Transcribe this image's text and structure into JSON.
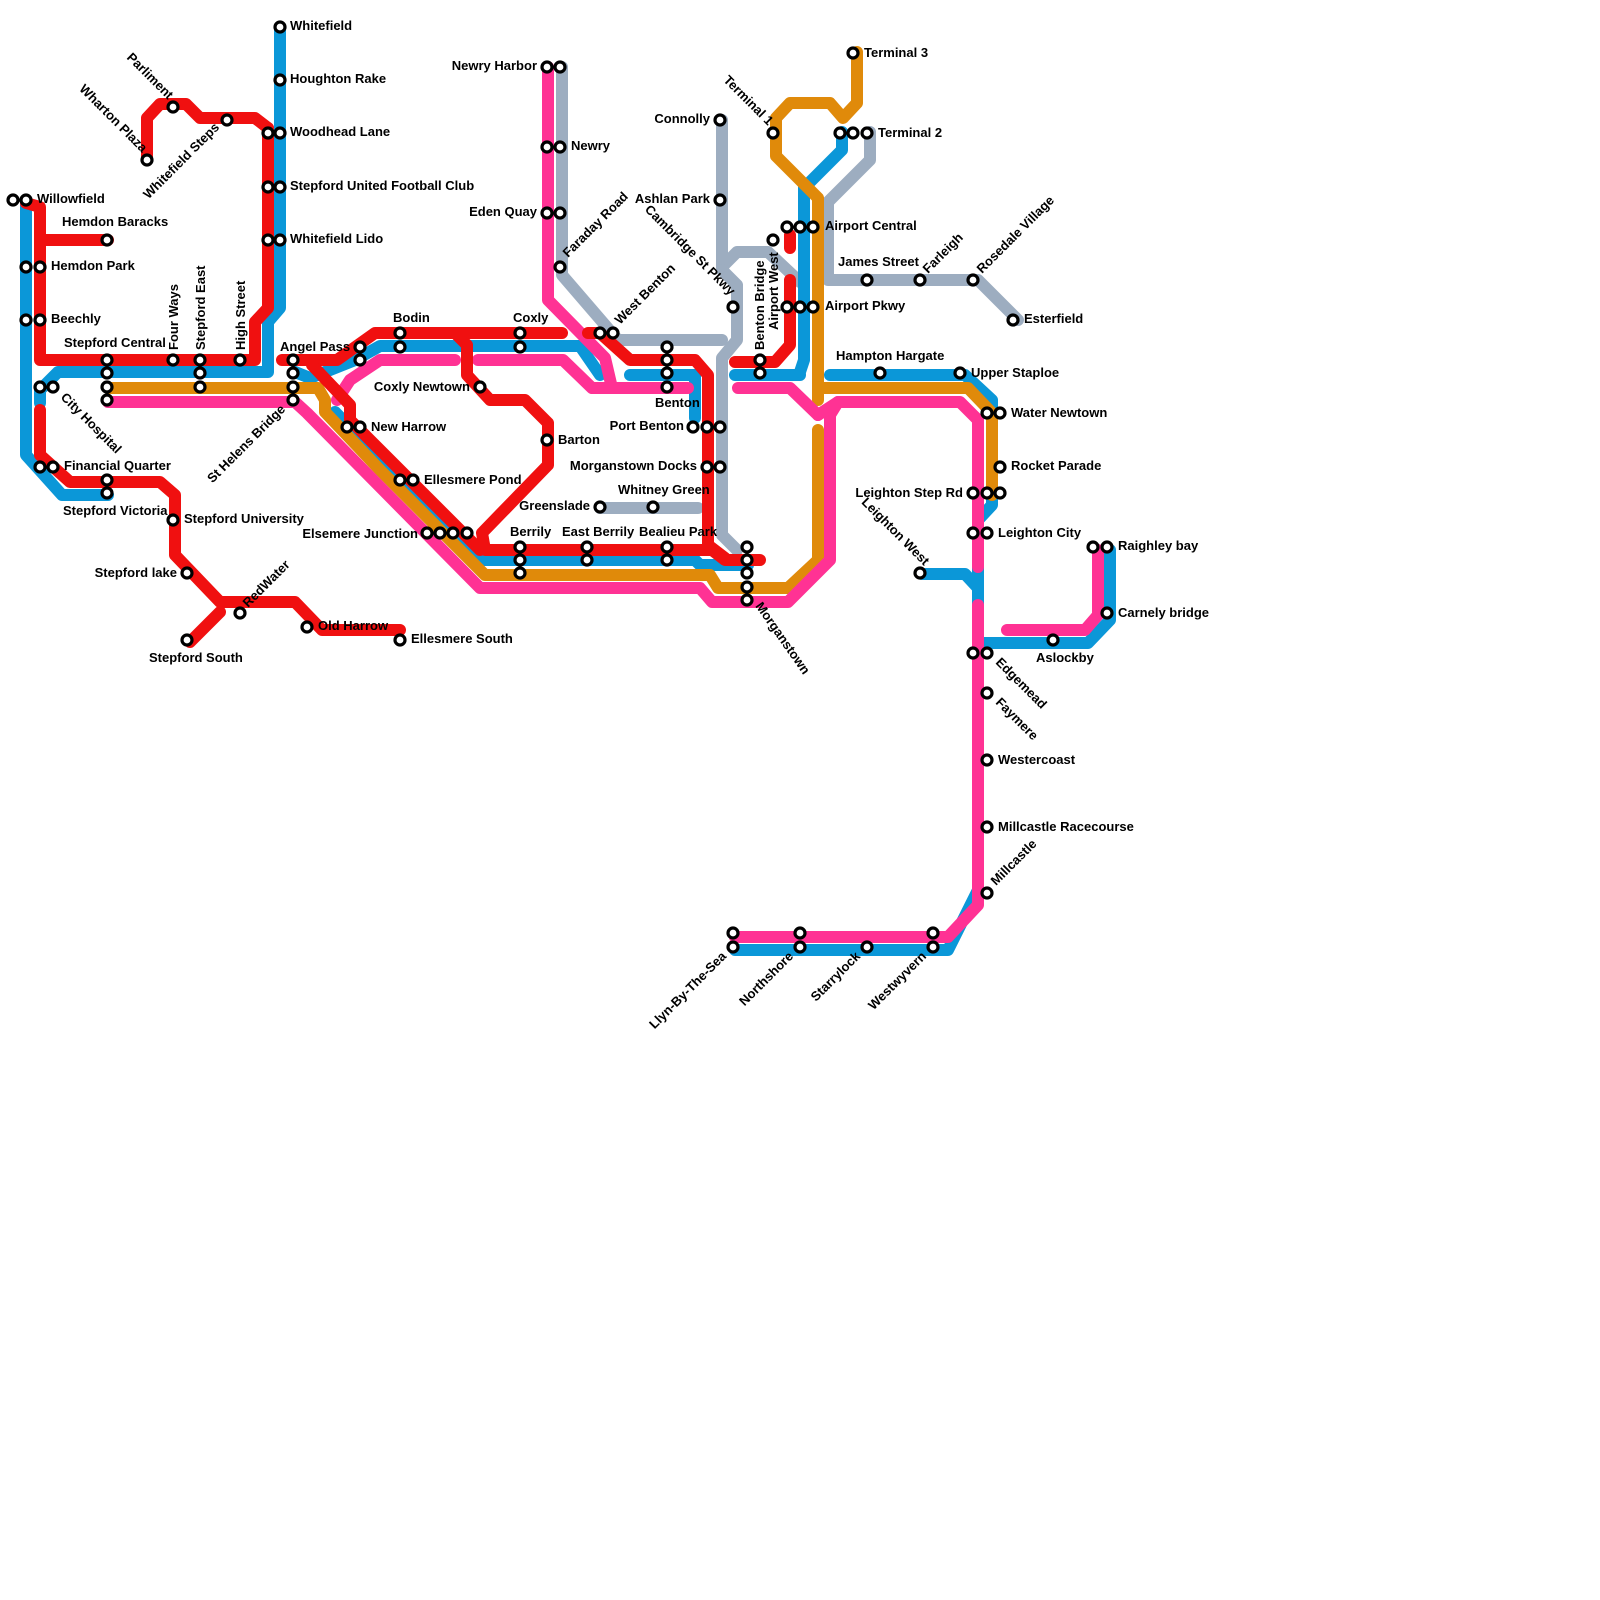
{
  "lines": [
    {
      "name": "",
      "color": "#0b97d8"
    },
    {
      "name": "",
      "color": "#f01010"
    },
    {
      "name": "",
      "color": "#ff3294"
    },
    {
      "name": "",
      "color": "#e08a0a"
    },
    {
      "name": "",
      "color": "#9dadc0"
    }
  ],
  "stations": {
    "whitefield": "Whitefield",
    "houghton_rake": "Houghton Rake",
    "woodhead_lane": "Woodhead Lane",
    "stepford_united": "Stepford United Football Club",
    "whitefield_lido": "Whitefield Lido",
    "parliment": "Parliment",
    "wharton_plaza": "Wharton Plaza",
    "whitefield_steps": "Whitefield Steps",
    "willowfield": "Willowfield",
    "hemdon_baracks": "Hemdon Baracks",
    "hemdon_park": "Hemdon Park",
    "beechly": "Beechly",
    "stepford_central": "Stepford Central",
    "four_ways": "Four Ways",
    "stepford_east": "Stepford East",
    "high_street": "High Street",
    "angel_pass": "Angel Pass",
    "st_helens_bridge": "St Helens Bridge",
    "city_hospital": "City Hospital",
    "financial_quarter": "Financial Quarter",
    "stepford_victoria": "Stepford Victoria",
    "stepford_university": "Stepford University",
    "stepford_lake": "Stepford lake",
    "stepford_south": "Stepford South",
    "redwater": "RedWater",
    "old_harrow": "Old Harrow",
    "ellesmere_south": "Ellesmere South",
    "bodin": "Bodin",
    "coxly": "Coxly",
    "coxly_newtown": "Coxly Newtown",
    "new_harrow": "New Harrow",
    "ellesmere_pond": "Ellesmere Pond",
    "elsemere_junction": "Elsemere Junction",
    "barton": "Barton",
    "berrily": "Berrily",
    "east_berrily": "East Berrily",
    "bealieu_park": "Bealieu Park",
    "newry_harbor": "Newry Harbor",
    "newry": "Newry",
    "eden_quay": "Eden Quay",
    "faraday_road": "Faraday Road",
    "west_benton": "West Benton",
    "cambridge_st_pkwy": "Cambridge St Pkwy",
    "connolly": "Connolly",
    "ashlan_park": "Ashlan Park",
    "benton": "Benton",
    "port_benton": "Port Benton",
    "morganstown_docks": "Morganstown Docks",
    "greenslade": "Greenslade",
    "whitney_green": "Whitney Green",
    "morganstown": "Morganstown",
    "benton_bridge": "Benton Bridge",
    "airport_west": "Airport West",
    "terminal_1": "Terminal 1",
    "terminal_2": "Terminal 2",
    "terminal_3": "Terminal 3",
    "airport_central": "Airport Central",
    "airport_pkwy": "Airport Pkwy",
    "james_street": "James Street",
    "farleigh": "Farleigh",
    "rosedale_village": "Rosedale Village",
    "esterfield": "Esterfield",
    "hampton_hargate": "Hampton Hargate",
    "upper_staploe": "Upper Staploe",
    "water_newtown": "Water Newtown",
    "rocket_parade": "Rocket Parade",
    "leighton_step_rd": "Leighton Step Rd",
    "leighton_west": "Leighton West",
    "leighton_city": "Leighton City",
    "raighley_bay": "Raighley bay",
    "carnely_bridge": "Carnely bridge",
    "aslockby": "Aslockby",
    "edgemead": "Edgemead",
    "faymere": "Faymere",
    "westercoast": "Westercoast",
    "millcastle_racecourse": "Millcastle Racecourse",
    "millcastle": "Millcastle",
    "llyn_by_the_sea": "Llyn-By-The-Sea",
    "northshore": "Northshore",
    "starrylock": "Starrylock",
    "westwyvern": "Westwyvern"
  }
}
